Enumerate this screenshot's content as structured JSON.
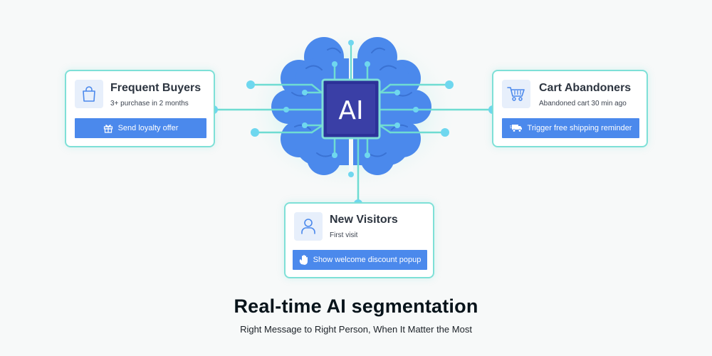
{
  "center": {
    "chip_label": "AI"
  },
  "segments": [
    {
      "title": "Frequent Buyers",
      "subtitle": "3+ purchase in 2 months",
      "icon": "shopping-bag-icon",
      "action_label": "Send loyalty offer",
      "action_icon": "gift-icon"
    },
    {
      "title": "Cart Abandoners",
      "subtitle": "Abandoned cart 30 min ago",
      "icon": "shopping-cart-icon",
      "action_label": "Trigger free shipping reminder",
      "action_icon": "delivery-truck-icon"
    },
    {
      "title": "New Visitors",
      "subtitle": "First visit",
      "icon": "user-icon",
      "action_label": "Show welcome discount popup",
      "action_icon": "waving-hand-icon"
    }
  ],
  "footer": {
    "headline": "Real-time AI segmentation",
    "tagline": "Right Message to Right Person, When It Matter the Most"
  },
  "colors": {
    "background": "#f7f9f9",
    "brain": "#4b89ec",
    "chip": "#3a3fa6",
    "circuit": "#6fdcd2",
    "card_border": "#7ee0d7",
    "button": "#4b89ec"
  }
}
